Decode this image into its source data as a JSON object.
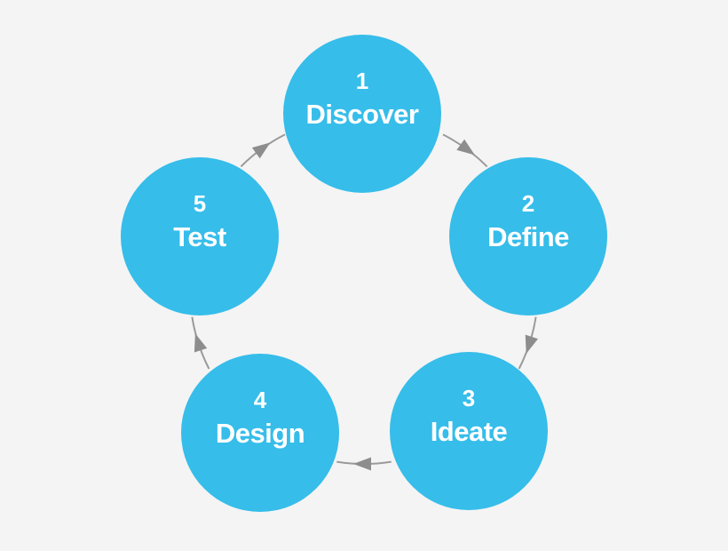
{
  "diagram": {
    "type": "cycle",
    "direction": "clockwise",
    "steps": [
      {
        "number": "1",
        "label": "Discover"
      },
      {
        "number": "2",
        "label": "Define"
      },
      {
        "number": "3",
        "label": "Ideate"
      },
      {
        "number": "4",
        "label": "Design"
      },
      {
        "number": "5",
        "label": "Test"
      }
    ],
    "connections": [
      {
        "from": "Discover",
        "to": "Define"
      },
      {
        "from": "Define",
        "to": "Ideate"
      },
      {
        "from": "Ideate",
        "to": "Design"
      },
      {
        "from": "Design",
        "to": "Test"
      },
      {
        "from": "Test",
        "to": "Discover"
      }
    ]
  },
  "colors": {
    "background": "#f4f4f4",
    "node_fill": "#36bdea",
    "node_text": "#ffffff",
    "arrow_line": "#9a9a9a",
    "arrow_head": "#8d8d8d"
  }
}
